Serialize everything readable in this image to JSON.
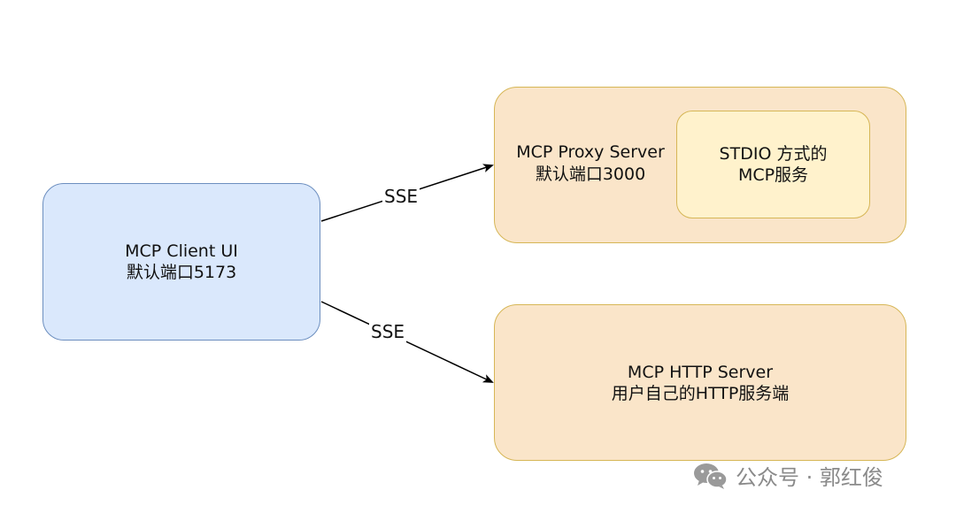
{
  "nodes": {
    "client": {
      "line1": "MCP Client UI",
      "line2": "默认端口5173"
    },
    "proxy": {
      "line1": "MCP Proxy Server",
      "line2": "默认端口3000"
    },
    "stdio": {
      "line1": "STDIO 方式的",
      "line2": "MCP服务"
    },
    "http": {
      "line1": "MCP HTTP Server",
      "line2": "用户自己的HTTP服务端"
    }
  },
  "edges": {
    "to_proxy": {
      "label": "SSE"
    },
    "to_http": {
      "label": "SSE"
    }
  },
  "watermark": {
    "text": "公众号 · 郭红俊",
    "icon": "wechat-icon"
  },
  "colors": {
    "client_fill": "#dae8fc",
    "client_stroke": "#6c8ebf",
    "server_fill": "#fae5c9",
    "server_stroke": "#d6b656",
    "inner_fill": "#fff2cc"
  }
}
